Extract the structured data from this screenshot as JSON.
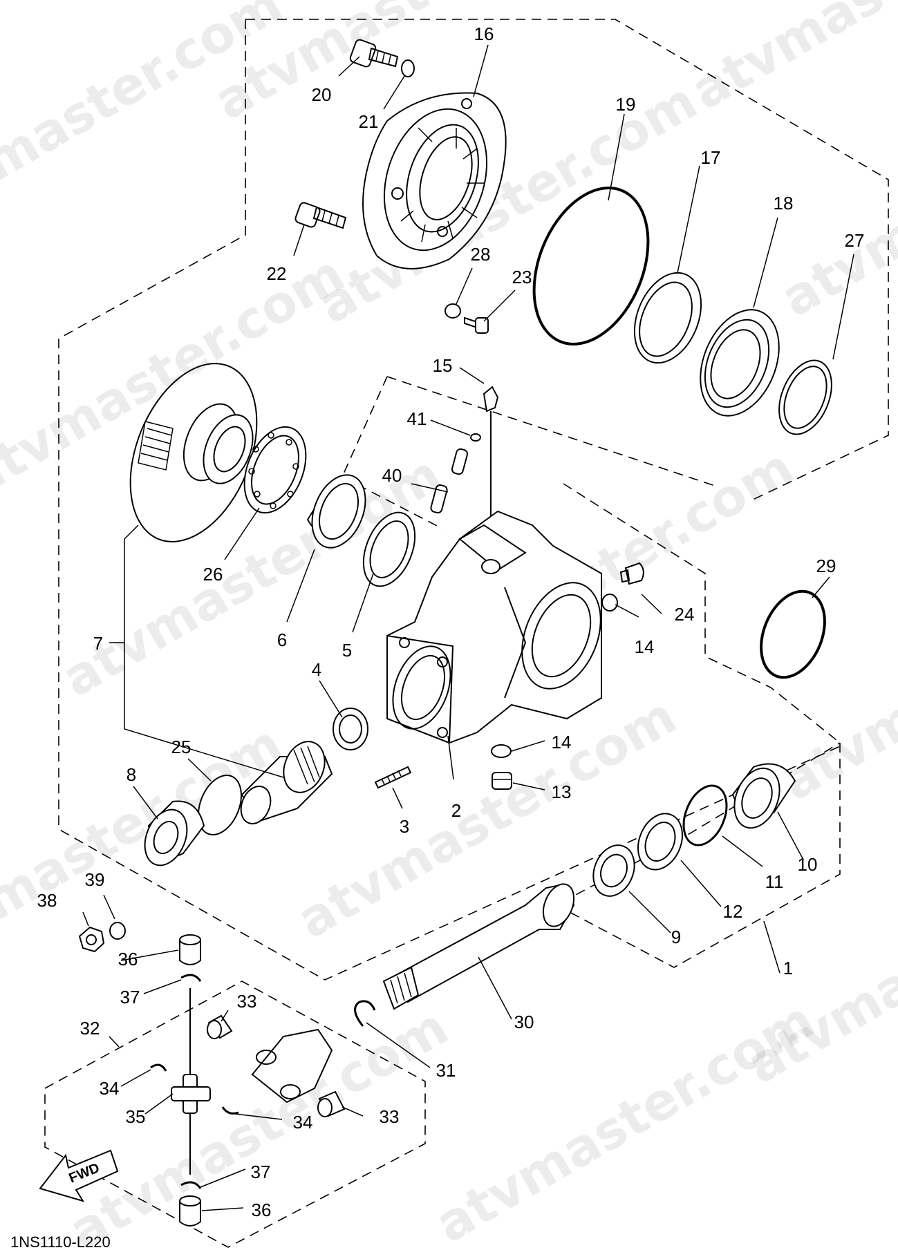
{
  "diagram": {
    "diagram_code": "1NS1110-L220",
    "fwd_label": "FWD",
    "watermark_text": "atvmaster.com",
    "callouts": [
      {
        "id": "c1",
        "label": "1"
      },
      {
        "id": "c2",
        "label": "2"
      },
      {
        "id": "c3",
        "label": "3"
      },
      {
        "id": "c4",
        "label": "4"
      },
      {
        "id": "c5",
        "label": "5"
      },
      {
        "id": "c6",
        "label": "6"
      },
      {
        "id": "c7",
        "label": "7"
      },
      {
        "id": "c8",
        "label": "8"
      },
      {
        "id": "c9",
        "label": "9"
      },
      {
        "id": "c10",
        "label": "10"
      },
      {
        "id": "c11",
        "label": "11"
      },
      {
        "id": "c12",
        "label": "12"
      },
      {
        "id": "c13",
        "label": "13"
      },
      {
        "id": "c14a",
        "label": "14"
      },
      {
        "id": "c14b",
        "label": "14"
      },
      {
        "id": "c15",
        "label": "15"
      },
      {
        "id": "c16",
        "label": "16"
      },
      {
        "id": "c17",
        "label": "17"
      },
      {
        "id": "c18",
        "label": "18"
      },
      {
        "id": "c19",
        "label": "19"
      },
      {
        "id": "c20",
        "label": "20"
      },
      {
        "id": "c21",
        "label": "21"
      },
      {
        "id": "c22",
        "label": "22"
      },
      {
        "id": "c23",
        "label": "23"
      },
      {
        "id": "c24",
        "label": "24"
      },
      {
        "id": "c25",
        "label": "25"
      },
      {
        "id": "c26",
        "label": "26"
      },
      {
        "id": "c27",
        "label": "27"
      },
      {
        "id": "c28",
        "label": "28"
      },
      {
        "id": "c29",
        "label": "29"
      },
      {
        "id": "c30",
        "label": "30"
      },
      {
        "id": "c31",
        "label": "31"
      },
      {
        "id": "c32",
        "label": "32"
      },
      {
        "id": "c33a",
        "label": "33"
      },
      {
        "id": "c33b",
        "label": "33"
      },
      {
        "id": "c34a",
        "label": "34"
      },
      {
        "id": "c34b",
        "label": "34"
      },
      {
        "id": "c35",
        "label": "35"
      },
      {
        "id": "c36a",
        "label": "36"
      },
      {
        "id": "c36b",
        "label": "36"
      },
      {
        "id": "c37a",
        "label": "37"
      },
      {
        "id": "c37b",
        "label": "37"
      },
      {
        "id": "c38",
        "label": "38"
      },
      {
        "id": "c39",
        "label": "39"
      },
      {
        "id": "c40",
        "label": "40"
      },
      {
        "id": "c41",
        "label": "41"
      }
    ]
  }
}
